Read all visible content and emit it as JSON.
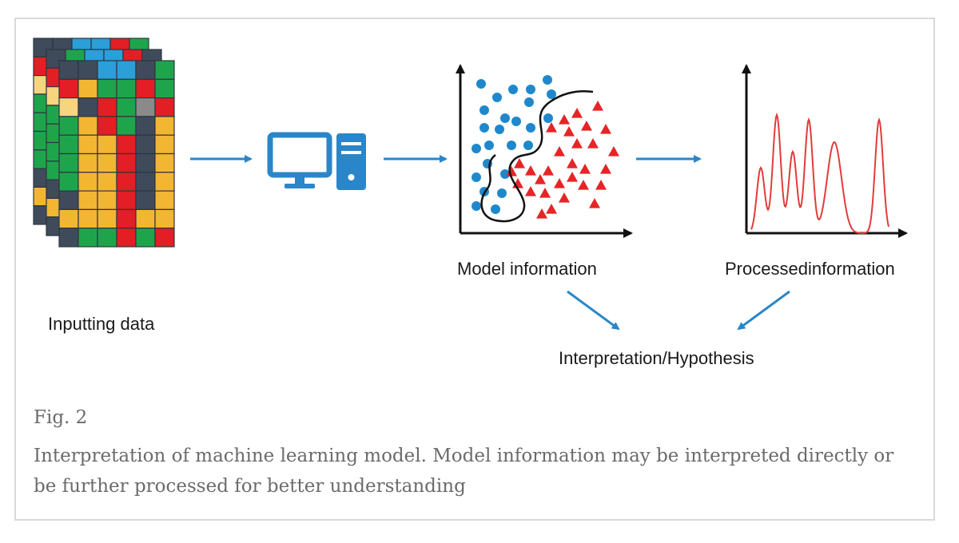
{
  "labels": {
    "inputting_data": "Inputting data",
    "model_information": "Model information",
    "processed_information": "Processedinformation",
    "interpretation": "Interpretation/Hypothesis"
  },
  "caption": {
    "figure": "Fig. 2",
    "text": "Interpretation of machine learning model. Model information may be interpreted directly or be further processed for better understanding"
  },
  "colors": {
    "arrow": "#2a86c8",
    "dots": "#1f88cc",
    "triangles": "#e52526",
    "peaks": "#e23c3c",
    "grid_red": "#e31e24",
    "grid_green": "#1ea54c",
    "grid_yellow": "#f2b633",
    "grid_blue": "#2a9fd8",
    "grid_dark": "#3f4b5b",
    "grid_gray": "#8a8a8a",
    "grid_light": "#f7d57f"
  },
  "icons": [
    "data-grid-icon",
    "desktop-computer-icon",
    "scatter-plot-icon",
    "line-chart-icon"
  ]
}
